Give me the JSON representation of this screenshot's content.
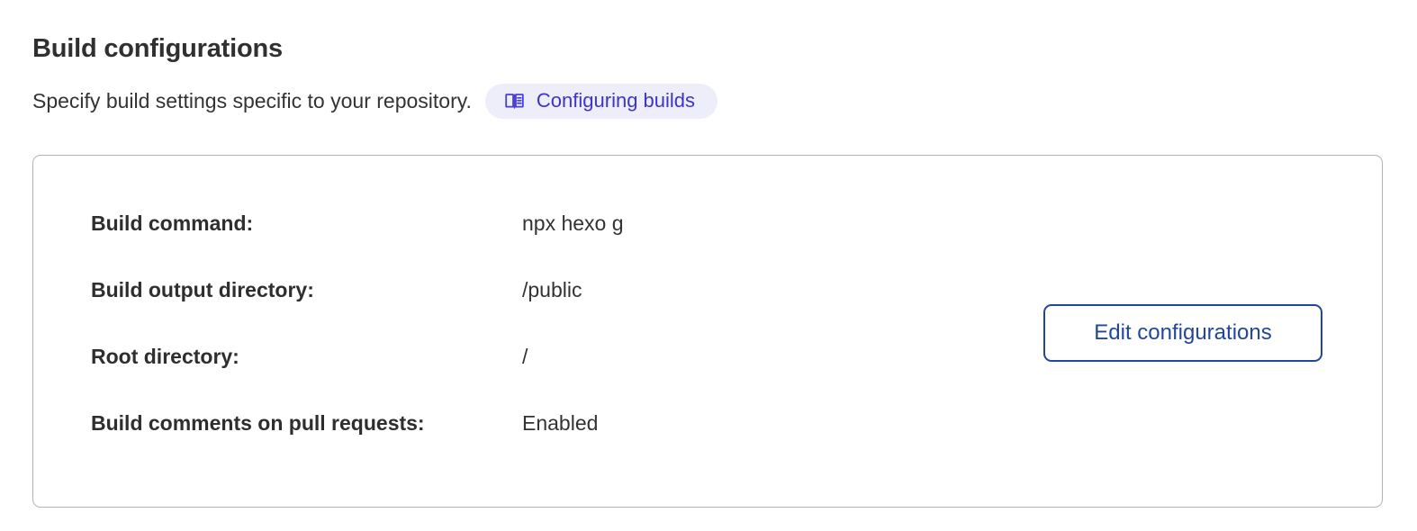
{
  "section": {
    "title": "Build configurations",
    "description": "Specify build settings specific to your repository.",
    "docs_link": {
      "label": "Configuring builds",
      "icon": "book-icon",
      "background_color": "#eeeefb",
      "text_color": "#3d34c9"
    }
  },
  "card": {
    "rows": [
      {
        "label": "Build command:",
        "value": "npx hexo g"
      },
      {
        "label": "Build output directory:",
        "value": "/public"
      },
      {
        "label": "Root directory:",
        "value": "/"
      },
      {
        "label": "Build comments on pull requests:",
        "value": "Enabled"
      }
    ],
    "edit_button": {
      "label": "Edit configurations",
      "border_color": "#21479b",
      "text_color": "#21479b"
    },
    "border_color": "#b3b3b3"
  }
}
